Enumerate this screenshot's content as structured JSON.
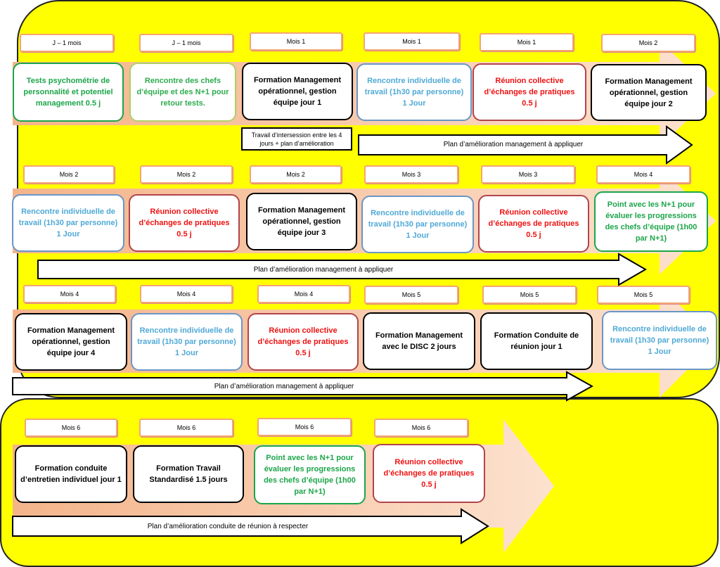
{
  "colors": {
    "panel": "#ffff00",
    "bigArrowStart": "#f5c6a3",
    "bigArrowEnd": "#fce8d9"
  },
  "labels": [
    "J – 1 mois",
    "J – 1 mois",
    "Mois 1",
    "Mois 1",
    "Mois 1",
    "Mois 2",
    "Mois 2",
    "Mois 2",
    "Mois 2",
    "Mois 3",
    "Mois 3",
    "Mois 4",
    "Mois 4",
    "Mois 4",
    "Mois 4",
    "Mois 5",
    "Mois 5",
    "Mois 5",
    "Mois 6",
    "Mois 6",
    "Mois 6",
    "Mois 6"
  ],
  "boxes": [
    "Tests psychométrie de personnalité et potentiel management 0.5 j",
    "Rencontre des chefs d’équipe et des N+1 pour retour tests.",
    "Formation Management opérationnel, gestion équipe jour 1",
    "Rencontre individuelle de travail (1h30 par personne) 1 Jour",
    "Réunion collective d’échanges de pratiques 0.5 j",
    "Formation Management opérationnel, gestion équipe jour 2",
    "Rencontre individuelle de travail (1h30 par personne) 1 Jour",
    "Réunion collective d’échanges de pratiques 0.5 j",
    "Formation Management opérationnel, gestion équipe jour 3",
    "Rencontre individuelle de travail (1h30 par personne) 1 Jour",
    "Réunion collective d’échanges de pratiques 0.5 j",
    "Point avec les N+1 pour évaluer les progressions des chefs d’équipe (1h00 par N+1)",
    "Formation Management opérationnel, gestion équipe jour 4",
    "Rencontre individuelle de travail (1h30 par personne) 1 Jour",
    "Réunion collective d’échanges de pratiques 0.5 j",
    "Formation Management avec le DISC 2 jours",
    "Formation Conduite de réunion jour 1",
    "Rencontre individuelle de travail (1h30 par personne) 1 Jour",
    "Formation conduite d’entretien individuel jour 1",
    "Formation Travail Standardisé 1.5 jours",
    "Point avec les N+1 pour évaluer les progressions des chefs d’équipe (1h00 par N+1)",
    "Réunion collective d’échanges de pratiques 0.5 j"
  ],
  "note": "Travail d’intersession entre les 4 jours + plan d’amélioration",
  "arrows": [
    "Plan d’amélioration management à appliquer",
    "Plan d’amélioration management à appliquer",
    "Plan d’amélioration management à appliquer",
    "Plan d’amélioration conduite de réunion à respecter"
  ]
}
